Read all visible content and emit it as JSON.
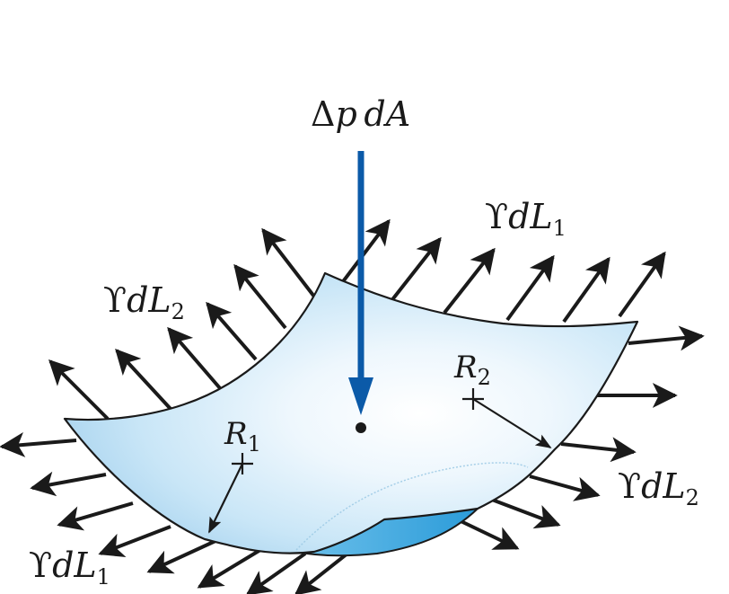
{
  "labels": {
    "pressure": {
      "delta": "Δ",
      "p": "p",
      "dA": "dA"
    },
    "tension_L1_top": {
      "upsilon": "ϒ",
      "d": "d",
      "L": "L",
      "sub": "1"
    },
    "tension_L2_left": {
      "upsilon": "ϒ",
      "d": "d",
      "L": "L",
      "sub": "2"
    },
    "tension_L2_right": {
      "upsilon": "ϒ",
      "d": "d",
      "L": "L",
      "sub": "2"
    },
    "tension_L1_bottom": {
      "upsilon": "ϒ",
      "d": "d",
      "L": "L",
      "sub": "1"
    },
    "radius_1": {
      "R": "R",
      "sub": "1"
    },
    "radius_2": {
      "R": "R",
      "sub": "2"
    }
  },
  "colors": {
    "arrow": "#1a1a1a",
    "pressure_arrow": "#0b5aa8",
    "surface_edge": "#1a1a1a",
    "surface_light": "#ffffff",
    "surface_mid": "#d7ecf8",
    "surface_dark": "#a9d4ef",
    "underside": "#3aa6e0"
  }
}
